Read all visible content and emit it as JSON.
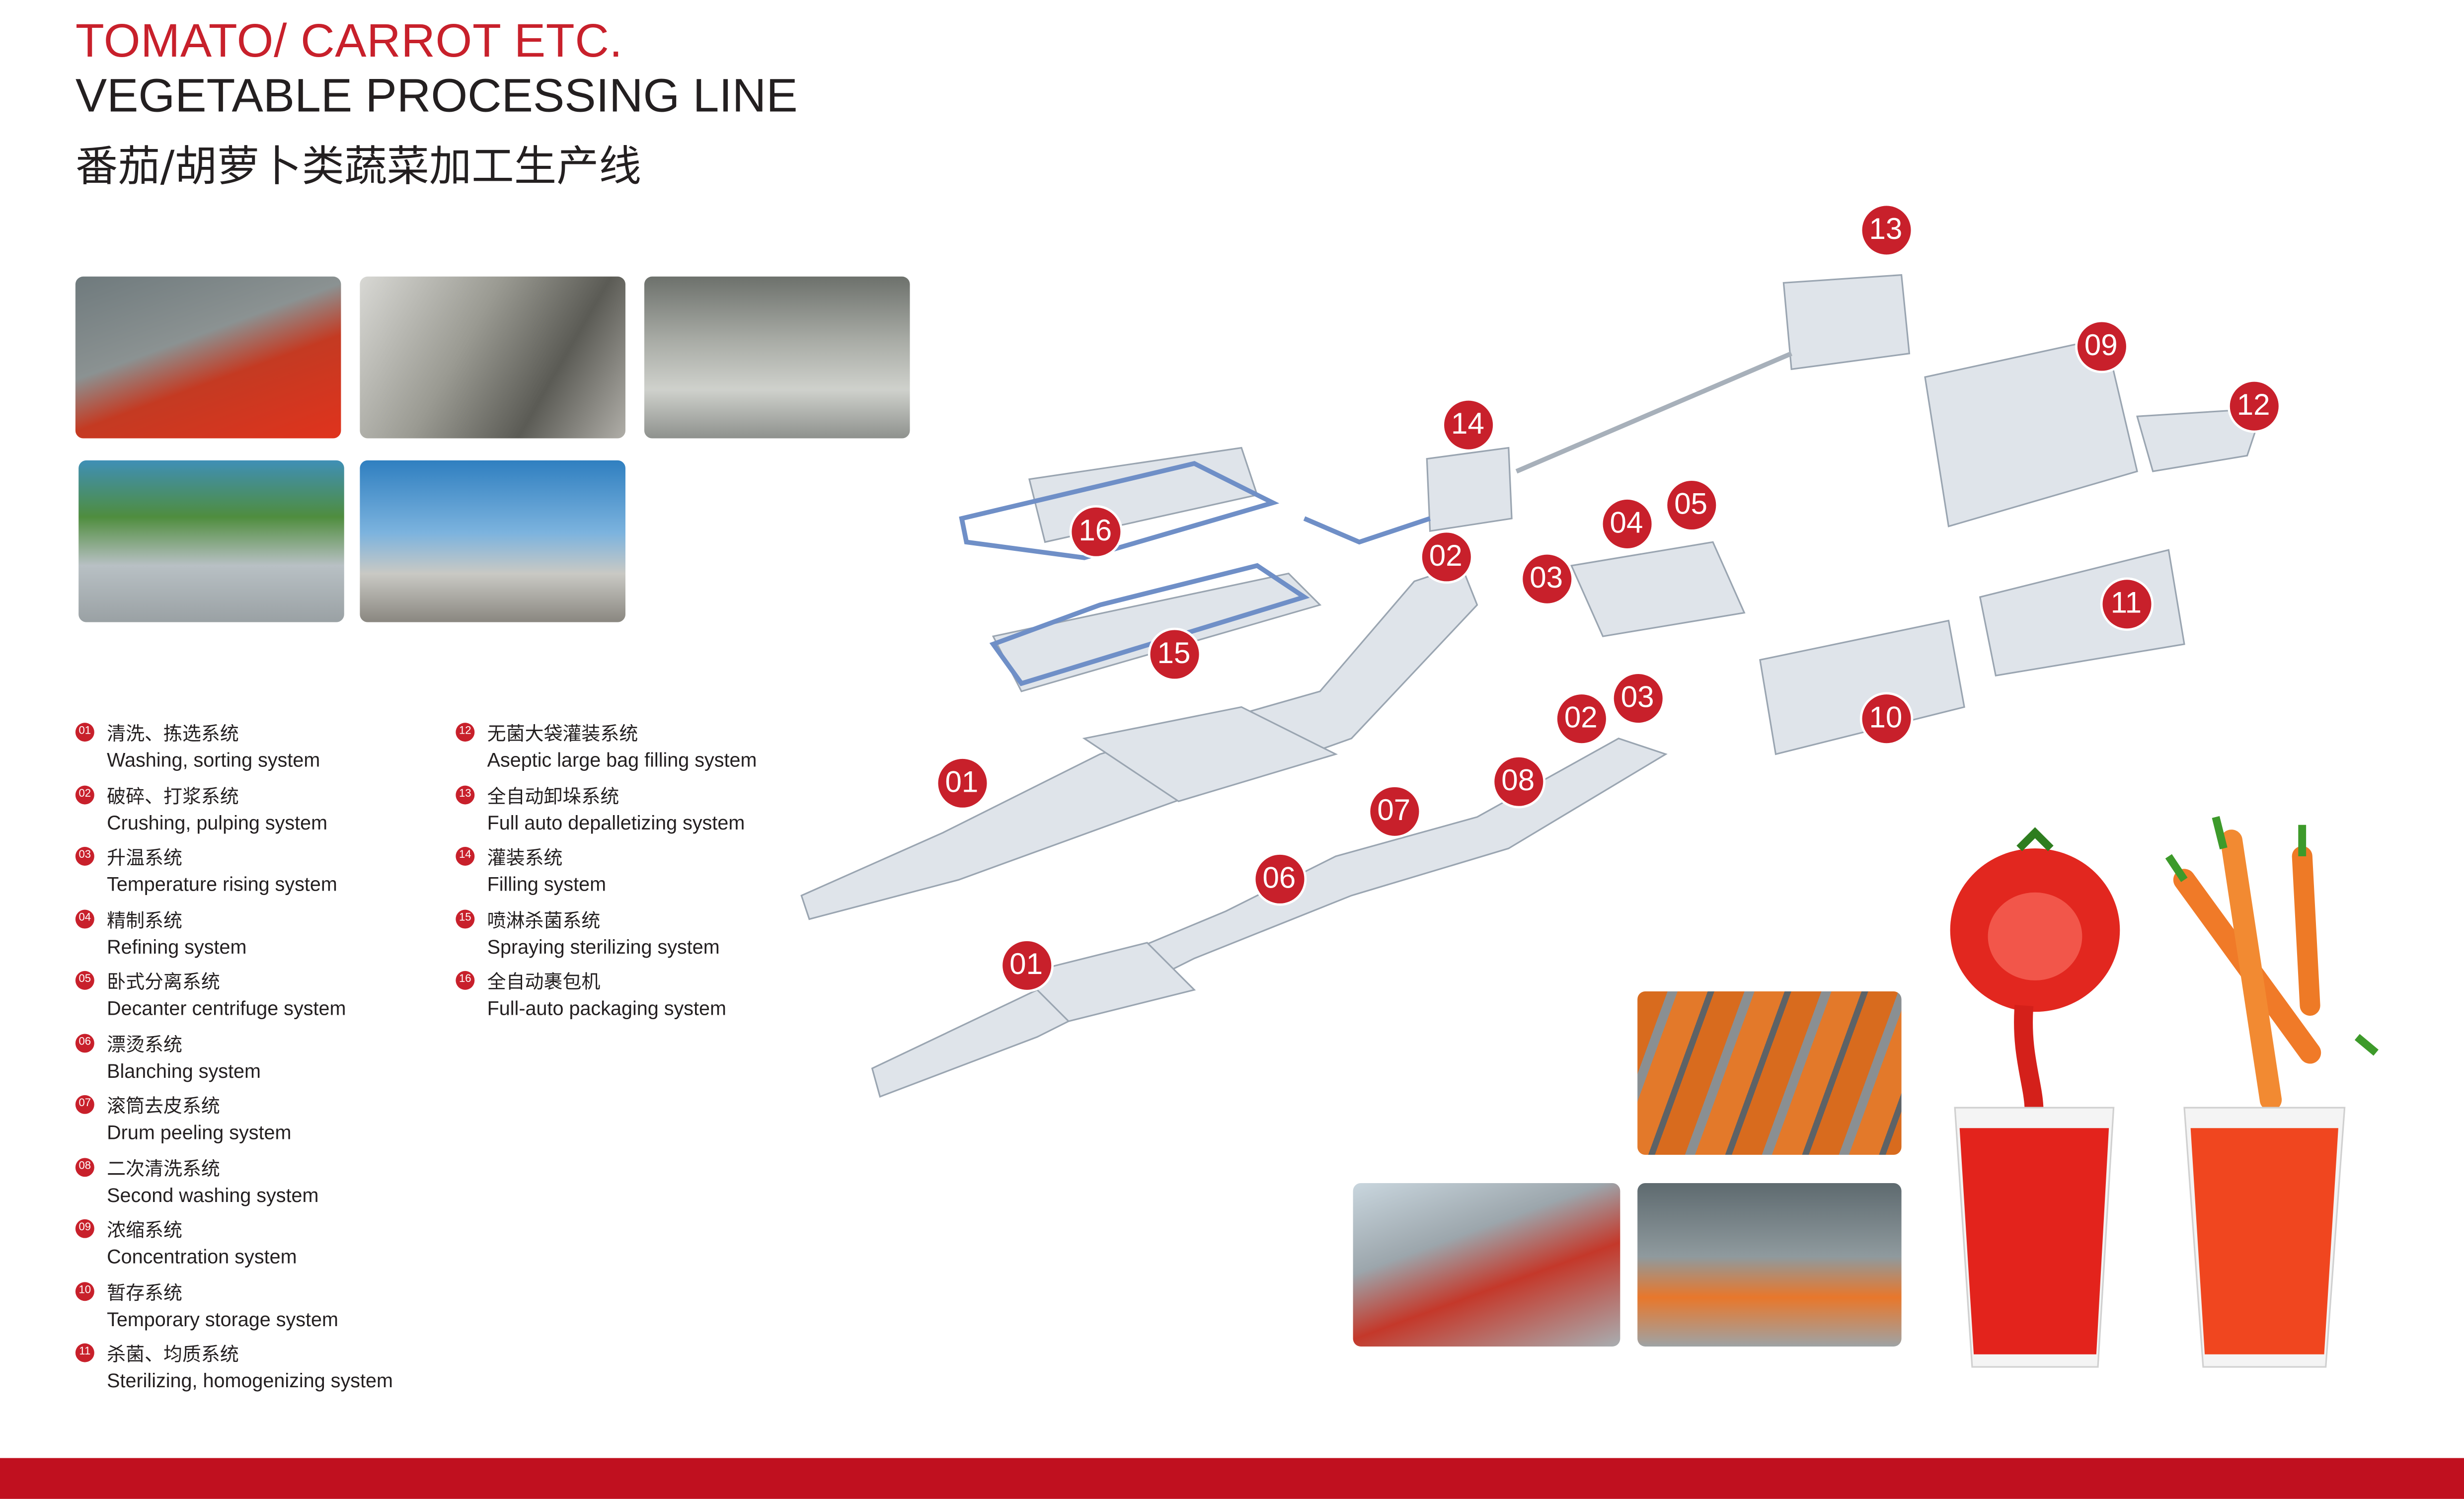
{
  "title": {
    "line1": "TOMATO/ CARROT ETC.",
    "line2": "VEGETABLE PROCESSING LINE",
    "line3": "番茄/胡萝卜类蔬菜加工生产线"
  },
  "colors": {
    "accent": "#c8202b",
    "footer": "#c0101f",
    "text": "#231f20"
  },
  "legend": [
    {
      "num": "01",
      "zh": "清洗、拣选系统",
      "en": "Washing, sorting system"
    },
    {
      "num": "02",
      "zh": "破碎、打浆系统",
      "en": "Crushing, pulping system"
    },
    {
      "num": "03",
      "zh": "升温系统",
      "en": "Temperature rising system"
    },
    {
      "num": "04",
      "zh": "精制系统",
      "en": "Refining system"
    },
    {
      "num": "05",
      "zh": "卧式分离系统",
      "en": "Decanter centrifuge system"
    },
    {
      "num": "06",
      "zh": "漂烫系统",
      "en": "Blanching system"
    },
    {
      "num": "07",
      "zh": "滚筒去皮系统",
      "en": "Drum peeling system"
    },
    {
      "num": "08",
      "zh": "二次清洗系统",
      "en": "Second washing system"
    },
    {
      "num": "09",
      "zh": "浓缩系统",
      "en": "Concentration system"
    },
    {
      "num": "10",
      "zh": "暂存系统",
      "en": "Temporary storage system"
    },
    {
      "num": "11",
      "zh": "杀菌、均质系统",
      "en": "Sterilizing, homogenizing system"
    },
    {
      "num": "12",
      "zh": "无菌大袋灌装系统",
      "en": "Aseptic large bag filling system"
    },
    {
      "num": "13",
      "zh": "全自动卸垛系统",
      "en": "Full auto depalletizing system"
    },
    {
      "num": "14",
      "zh": "灌装系统",
      "en": "Filling system"
    },
    {
      "num": "15",
      "zh": "喷淋杀菌系统",
      "en": "Spraying sterilizing system"
    },
    {
      "num": "16",
      "zh": "全自动裹包机",
      "en": "Full-auto packaging system"
    }
  ],
  "diagram_markers": [
    "13",
    "09",
    "12",
    "14",
    "16",
    "02",
    "04",
    "05",
    "03",
    "15",
    "11",
    "02",
    "03",
    "10",
    "01",
    "08",
    "07",
    "06",
    "01"
  ]
}
